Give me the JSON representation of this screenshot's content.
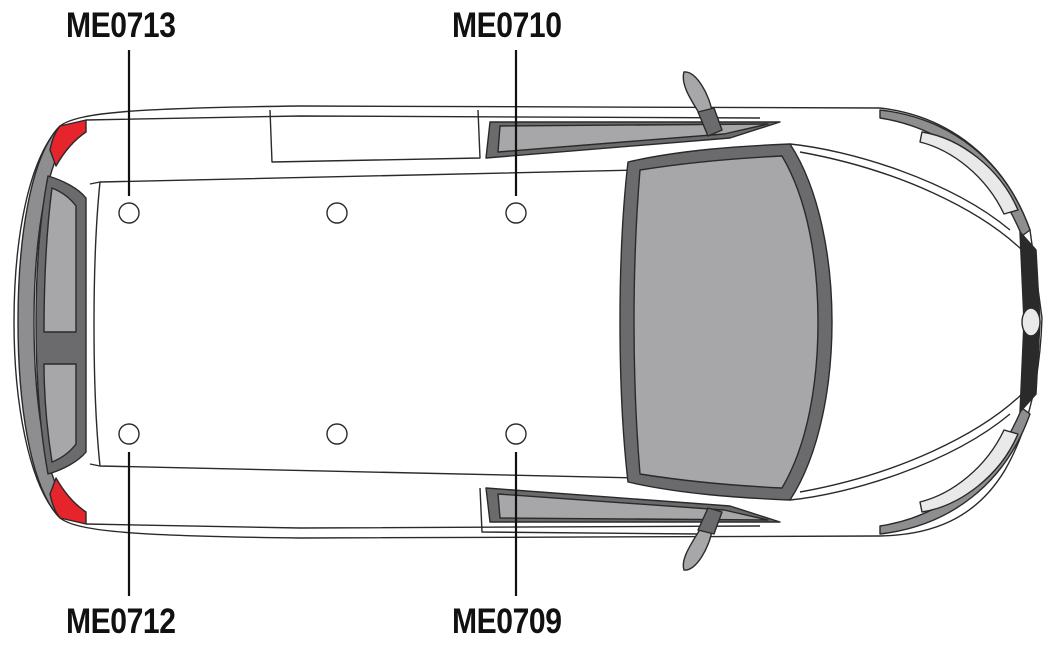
{
  "callouts": {
    "rear_left_top": "ME0713",
    "front_left_top": "ME0710",
    "rear_right_bottom": "ME0712",
    "front_right_bottom": "ME0709"
  },
  "colors": {
    "outline": "#2a2a2a",
    "glass": "#a7a7a9",
    "trim_dark": "#6b6b6d",
    "trim_mid": "#8e8e90",
    "tail_light": "#e5242b",
    "body": "#ffffff"
  }
}
